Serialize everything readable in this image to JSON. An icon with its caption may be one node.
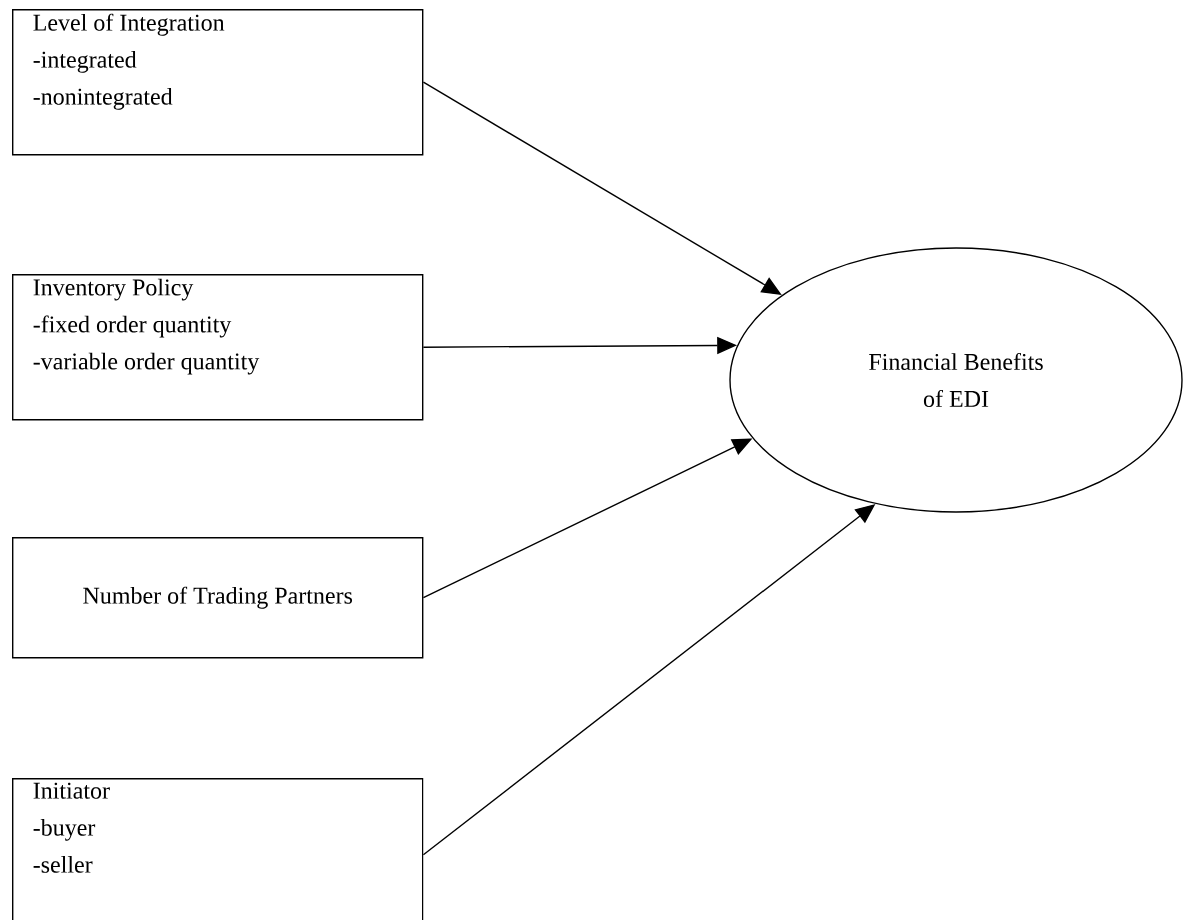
{
  "diagram": {
    "nodes": [
      {
        "text": [
          "Level of Integration",
          "-integrated",
          "-nonintegrated"
        ]
      },
      {
        "text": [
          "Inventory Policy",
          "-fixed order quantity",
          "-variable order quantity"
        ]
      },
      {
        "text": [
          "Number of Trading Partners"
        ]
      },
      {
        "text": [
          "Initiator",
          "-buyer",
          "-seller"
        ]
      },
      {
        "text": [
          "Financial Benefits of EDI"
        ]
      }
    ],
    "edges": [
      {
        "from": 0,
        "to": 4,
        "arrow": "to"
      },
      {
        "from": 1,
        "to": 4,
        "arrow": "to"
      },
      {
        "from": 2,
        "to": 4,
        "arrow": "to"
      },
      {
        "from": 3,
        "to": 4,
        "arrow": "to"
      }
    ]
  }
}
